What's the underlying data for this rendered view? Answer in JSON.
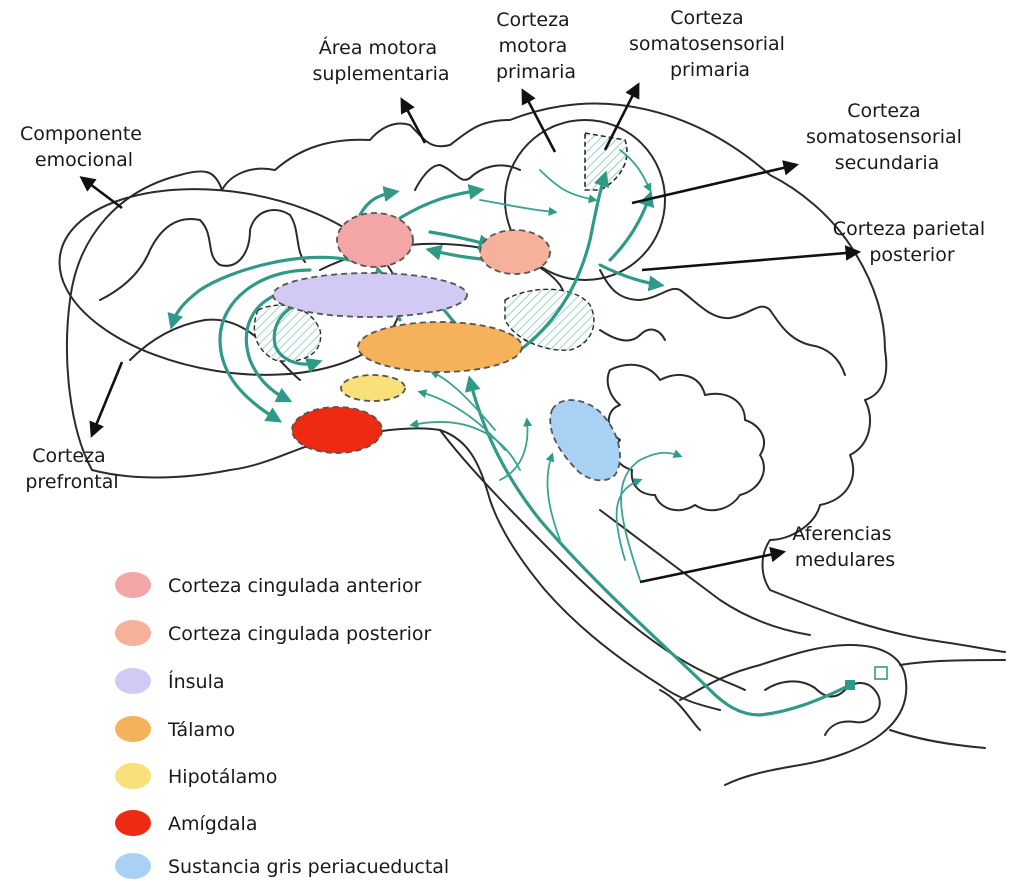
{
  "labels": {
    "area_motora": [
      "Área motora",
      "suplementaria"
    ],
    "corteza_motora": [
      "Corteza",
      "motora",
      "primaria"
    ],
    "corteza_somato_primaria": [
      "Corteza",
      "somatosensorial",
      "primaria"
    ],
    "corteza_somato_secundaria": [
      "Corteza",
      "somatosensorial",
      "secundaria"
    ],
    "componente_emocional": [
      "Componente",
      "emocional"
    ],
    "corteza_parietal": [
      "Corteza parietal",
      "posterior"
    ],
    "corteza_prefrontal": [
      "Corteza",
      "prefrontal"
    ],
    "aferencias": [
      "Aferencias",
      "medulares"
    ]
  },
  "legend": [
    {
      "label": "Corteza cingulada anterior",
      "color": "#f4a6a6"
    },
    {
      "label": "Corteza cingulada posterior",
      "color": "#f6b19b"
    },
    {
      "label": "Ínsula",
      "color": "#d2c9f4"
    },
    {
      "label": "Tálamo",
      "color": "#f5b25a"
    },
    {
      "label": "Hipotálamo",
      "color": "#f9e07a"
    },
    {
      "label": "Amígdala",
      "color": "#ee2a12"
    },
    {
      "label": "Sustancia gris periacueductal",
      "color": "#a9d1f3"
    }
  ],
  "colors": {
    "pathway": "#2f9a88",
    "outline": "#2b2b2b"
  }
}
